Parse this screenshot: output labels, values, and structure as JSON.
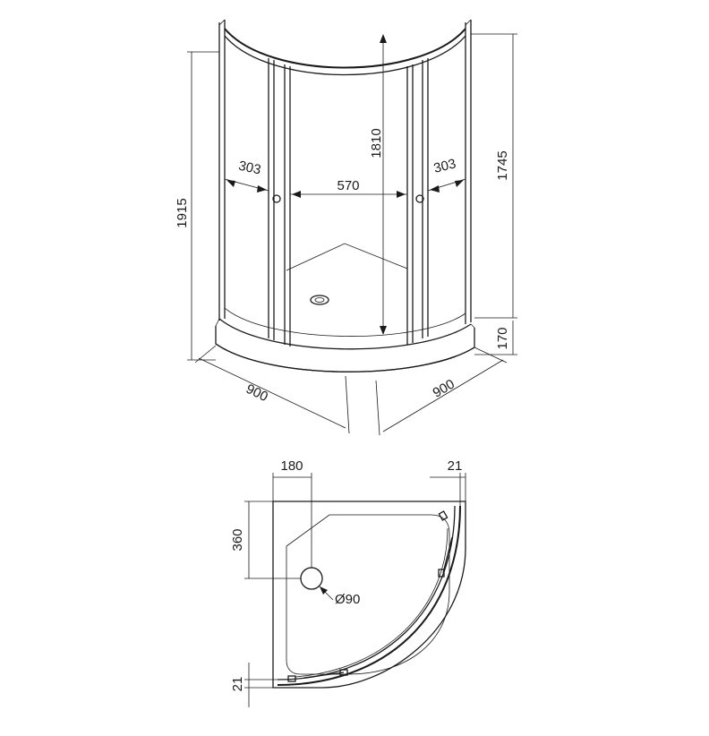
{
  "dimensions": {
    "total_height": "1915",
    "door_height": "1745",
    "inner_height": "1810",
    "tray_height": "170",
    "door_width_left": "303",
    "door_width_right": "303",
    "entry_width": "570",
    "side_left": "900",
    "side_right": "900",
    "drain_offset_x": "180",
    "drain_offset_y": "360",
    "drain_diameter": "Ø90",
    "frame_offset_top": "21",
    "frame_offset_left": "21"
  },
  "colors": {
    "line": "#1a1a1a",
    "background": "#ffffff"
  }
}
